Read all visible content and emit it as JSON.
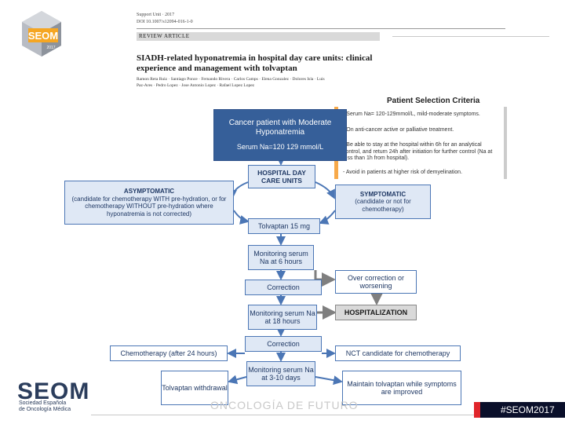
{
  "article": {
    "meta_line1": "Support Unit · 2017",
    "meta_line2": "DOI 10.1007/s12094-016-1-0",
    "type": "REVIEW ARTICLE",
    "title": "SIADH-related hyponatremia in hospital day care units: clinical experience and management with tolvaptan",
    "authors": "Ramon Reta Ruiz · Santiago Ponce · Fernando Rivera · Carlos Camps · Elena Gonzalez · Dolores Isla · Luis Paz-Ares · Pedro Lopez · Jose Antonio Lopez · Rafael Lopez Lopez"
  },
  "criteria": {
    "title": "Patient Selection Criteria",
    "items": [
      "- Serum Na= 120-129mmol/L, mild-moderate symptoms.",
      "- On anti-cancer active or palliative treatment.",
      "- Be able to stay at the hospital within 6h for an analytical control, and return 24h after initiation for further control (Na at less than 1h from hospital).",
      "- Avoid in patients at higher risk of demyelination."
    ]
  },
  "flow": {
    "cancer_l1": "Cancer patient with Moderate",
    "cancer_l2": "Hyponatremia",
    "cancer_l3": "Serum Na=120 129 mmol/L",
    "hospital_day": "HOSPITAL DAY CARE UNITS",
    "asym_title": "ASYMPTOMATIC",
    "asym_body": "(candidate for chemotherapy WITH pre-hydration, or for chemotherapy WITHOUT pre-hydration where hyponatremia is not corrected)",
    "sym_title": "SYMPTOMATIC",
    "sym_body": "(candidate or not for chemotherapy)",
    "tolvaptan15": "Tolvaptan 15 mg",
    "monitor6": "Monitoring serum Na at 6 hours",
    "overcorrection": "Over correction or worsening",
    "correction1": "Correction",
    "monitor18": "Monitoring serum Na at 18 hours",
    "hospitalization": "HOSPITALIZATION",
    "correction2": "Correction",
    "chemo24": "Chemotherapy (after 24 hours)",
    "nct": "NCT candidate for chemotherapy",
    "monitor310": "Monitoring serum Na at 3-10 days",
    "withdrawal": "Tolvaptan withdrawal",
    "maintain": "Maintain tolvaptan while symptoms are improved"
  },
  "footer": {
    "logo": "SEOM",
    "sub1": "Sociedad Española",
    "sub2": "de Oncología Médica",
    "slogan": "ONCOLOGÍA DE FUTURO",
    "hashtag": "#SEOM2017"
  },
  "colors": {
    "box_blue": "#365f99",
    "box_light": "#dfe8f5",
    "border": "#4b76b5",
    "accent_orange": "#f7a94a",
    "hashtag_bg": "#0a0f2a",
    "hashtag_red": "#e0252b"
  }
}
